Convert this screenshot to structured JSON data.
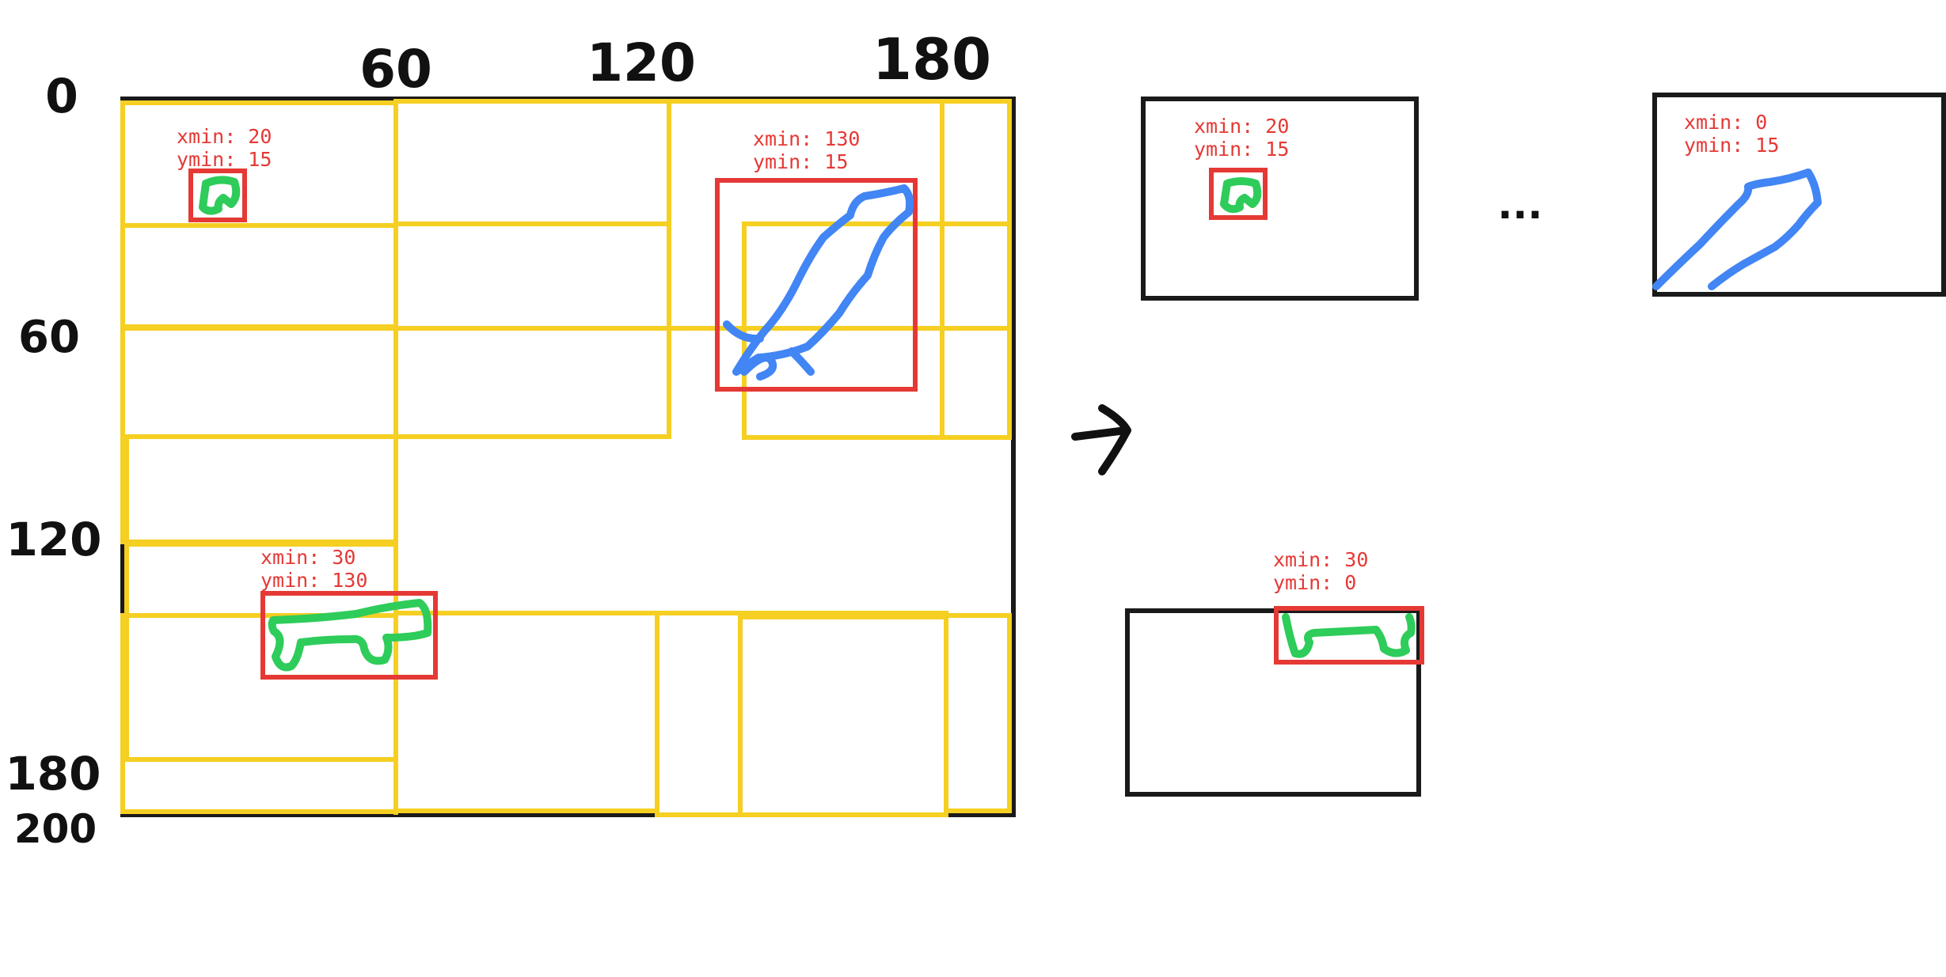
{
  "axis_ticks": {
    "x": [
      "60",
      "120",
      "180"
    ],
    "y": [
      "0",
      "60",
      "120",
      "180",
      "200"
    ]
  },
  "annotations": {
    "source_small": {
      "xmin": "xmin: 20",
      "ymin": "ymin: 15"
    },
    "source_blue": {
      "xmin": "xmin: 130",
      "ymin": "ymin: 15"
    },
    "source_wide": {
      "xmin": "xmin: 30",
      "ymin": "ymin: 130"
    },
    "crop_small": {
      "xmin": "xmin: 20",
      "ymin": "ymin: 15"
    },
    "crop_blue": {
      "xmin": "xmin: 0",
      "ymin": "ymin: 15"
    },
    "crop_wide": {
      "xmin": "xmin: 30",
      "ymin": "ymin: 0"
    }
  },
  "ellipsis": "...",
  "colors": {
    "frame": "#1a1a1a",
    "grid": "#f5cf22",
    "bbox": "#e53935",
    "green_object": "#2ecc5a",
    "blue_object": "#4285f4"
  }
}
